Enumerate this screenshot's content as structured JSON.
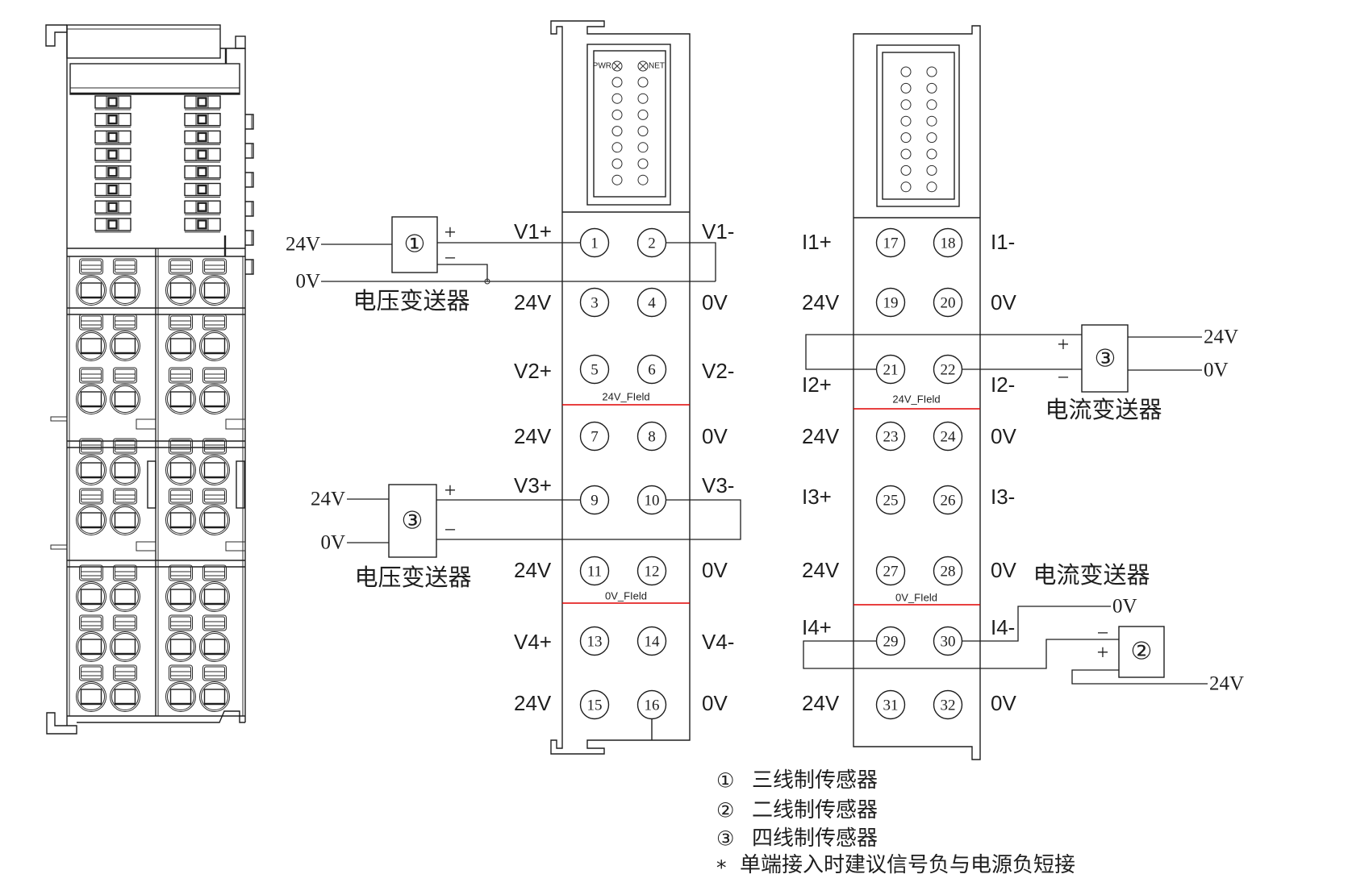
{
  "side_view_module": {
    "indicator_rows_per_strip": 8,
    "terminal_sections": [
      1,
      2,
      2,
      3
    ]
  },
  "voltage_module": {
    "leds": {
      "left_label": "PWR",
      "right_label": "NET",
      "status_rows": 7
    },
    "field_labels": {
      "upper": "24V_FIeld",
      "lower": "0V_FIeld"
    },
    "rows": [
      {
        "left": "V1+",
        "right": "V1-",
        "terminals": [
          "1",
          "2"
        ]
      },
      {
        "left": "24V",
        "right": "0V",
        "terminals": [
          "3",
          "4"
        ]
      },
      {
        "left": "V2+",
        "right": "V2-",
        "terminals": [
          "5",
          "6"
        ]
      },
      {
        "left": "24V",
        "right": "0V",
        "terminals": [
          "7",
          "8"
        ]
      },
      {
        "left": "V3+",
        "right": "V3-",
        "terminals": [
          "9",
          "10"
        ]
      },
      {
        "left": "24V",
        "right": "0V",
        "terminals": [
          "11",
          "12"
        ]
      },
      {
        "left": "V4+",
        "right": "V4-",
        "terminals": [
          "13",
          "14"
        ]
      },
      {
        "left": "24V",
        "right": "0V",
        "terminals": [
          "15",
          "16"
        ]
      }
    ]
  },
  "current_module": {
    "leds": {
      "status_rows": 8
    },
    "field_labels": {
      "upper": "24V_FIeld",
      "lower": "0V_FIeld"
    },
    "rows": [
      {
        "left": "I1+",
        "right": "I1-",
        "terminals": [
          "17",
          "18"
        ]
      },
      {
        "left": "24V",
        "right": "0V",
        "terminals": [
          "19",
          "20"
        ]
      },
      {
        "left": "I2+",
        "right": "I2-",
        "terminals": [
          "21",
          "22"
        ]
      },
      {
        "left": "24V",
        "right": "0V",
        "terminals": [
          "23",
          "24"
        ]
      },
      {
        "left": "I3+",
        "right": "I3-",
        "terminals": [
          "25",
          "26"
        ]
      },
      {
        "left": "24V",
        "right": "0V",
        "terminals": [
          "27",
          "28"
        ]
      },
      {
        "left": "I4+",
        "right": "I4-",
        "terminals": [
          "29",
          "30"
        ]
      },
      {
        "left": "24V",
        "right": "0V",
        "terminals": [
          "31",
          "32"
        ]
      }
    ]
  },
  "transmitters": {
    "voltage_three_wire": {
      "symbol": "①",
      "name": "电压变送器",
      "supply_positive": "24V",
      "supply_negative": "0V",
      "signal_positive": "+",
      "signal_negative": "−"
    },
    "voltage_four_wire": {
      "symbol": "③",
      "name": "电压变送器",
      "supply_positive": "24V",
      "supply_negative": "0V",
      "signal_positive": "+",
      "signal_negative": "−"
    },
    "current_four_wire": {
      "symbol": "③",
      "name": "电流变送器",
      "supply_positive": "24V",
      "supply_negative": "0V",
      "signal_positive": "+",
      "signal_negative": "−"
    },
    "current_two_wire": {
      "symbol": "②",
      "name": "电流变送器",
      "supply_positive": "24V",
      "supply_negative": "0V",
      "signal_positive": "+",
      "signal_negative": "−"
    }
  },
  "legend": [
    {
      "symbol": "①",
      "text": "三线制传感器"
    },
    {
      "symbol": "②",
      "text": "二线制传感器"
    },
    {
      "symbol": "③",
      "text": "四线制传感器"
    },
    {
      "symbol": "*",
      "text": "单端接入时建议信号负与电源负短接"
    }
  ]
}
